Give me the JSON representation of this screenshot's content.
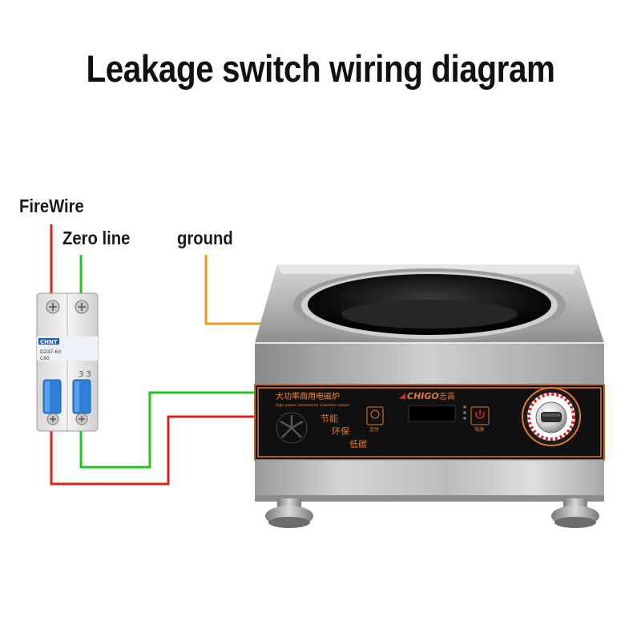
{
  "title": "Leakage switch wiring diagram",
  "labels": {
    "fire_wire": "FireWire",
    "zero_line": "Zero line",
    "ground": "ground"
  },
  "breaker": {
    "brand": "CHNT",
    "model": "DZ47-60",
    "rating": "C60"
  },
  "cooker_panel": {
    "cn_name": "大功率商用电磁炉",
    "en_name": "High power commercial induction cooker",
    "brand": "CHIGO",
    "brand_cn": "志高",
    "slogan_1": "节能",
    "slogan_2": "环保",
    "slogan_3": "低碳",
    "timer_label": "定时",
    "power_label": "电源"
  },
  "colors": {
    "fire_wire": "#e0201b",
    "zero_line": "#22c41e",
    "ground": "#e89a1a",
    "panel_accent": "#e07a2a"
  }
}
